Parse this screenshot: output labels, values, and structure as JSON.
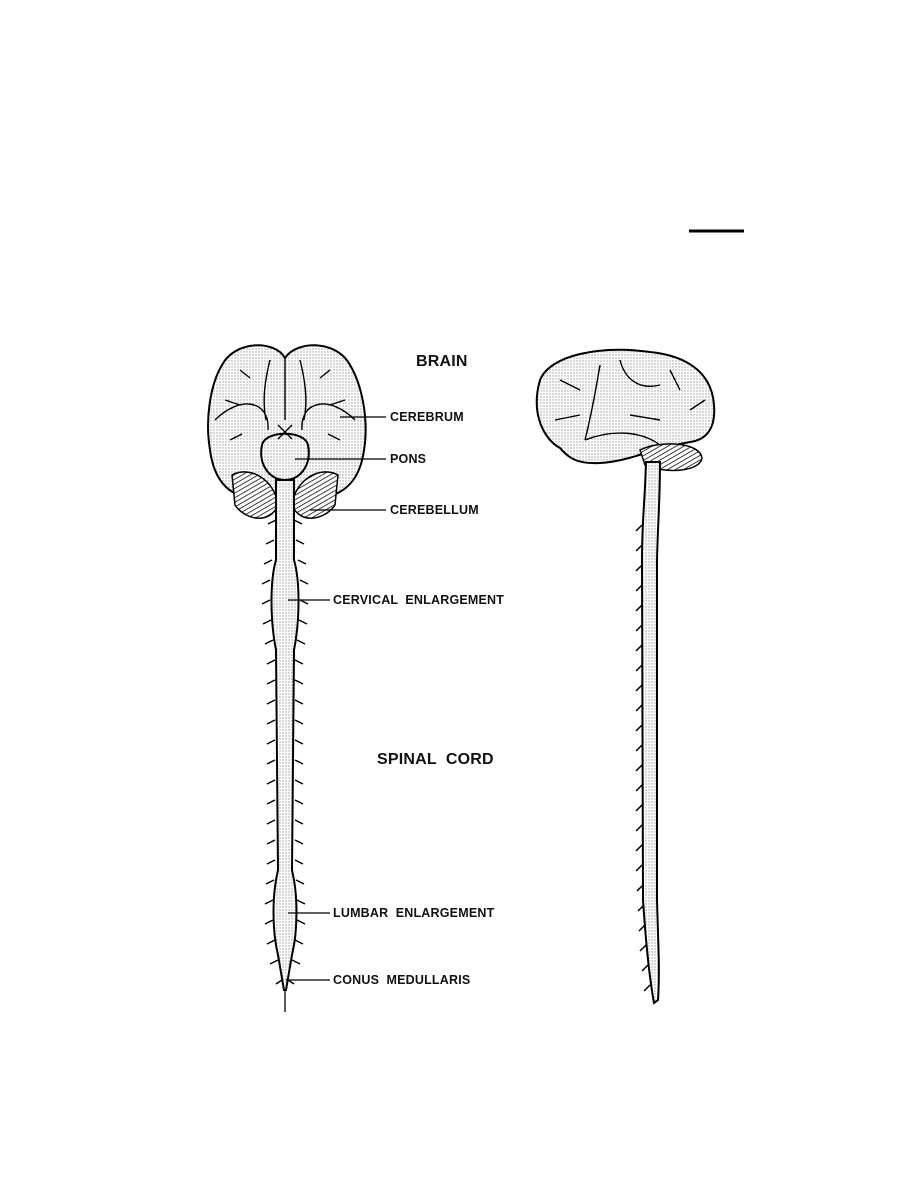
{
  "labels": {
    "brain": "BRAIN",
    "cerebrum": "CEREBRUM",
    "pons": "PONS",
    "cerebellum": "CEREBELLUM",
    "cervical_enlargement": "CERVICAL  ENLARGEMENT",
    "spinal_cord": "SPINAL  CORD",
    "lumbar_enlargement": "LUMBAR  ENLARGEMENT",
    "conus_medullaris": "CONUS  MEDULLARIS"
  }
}
